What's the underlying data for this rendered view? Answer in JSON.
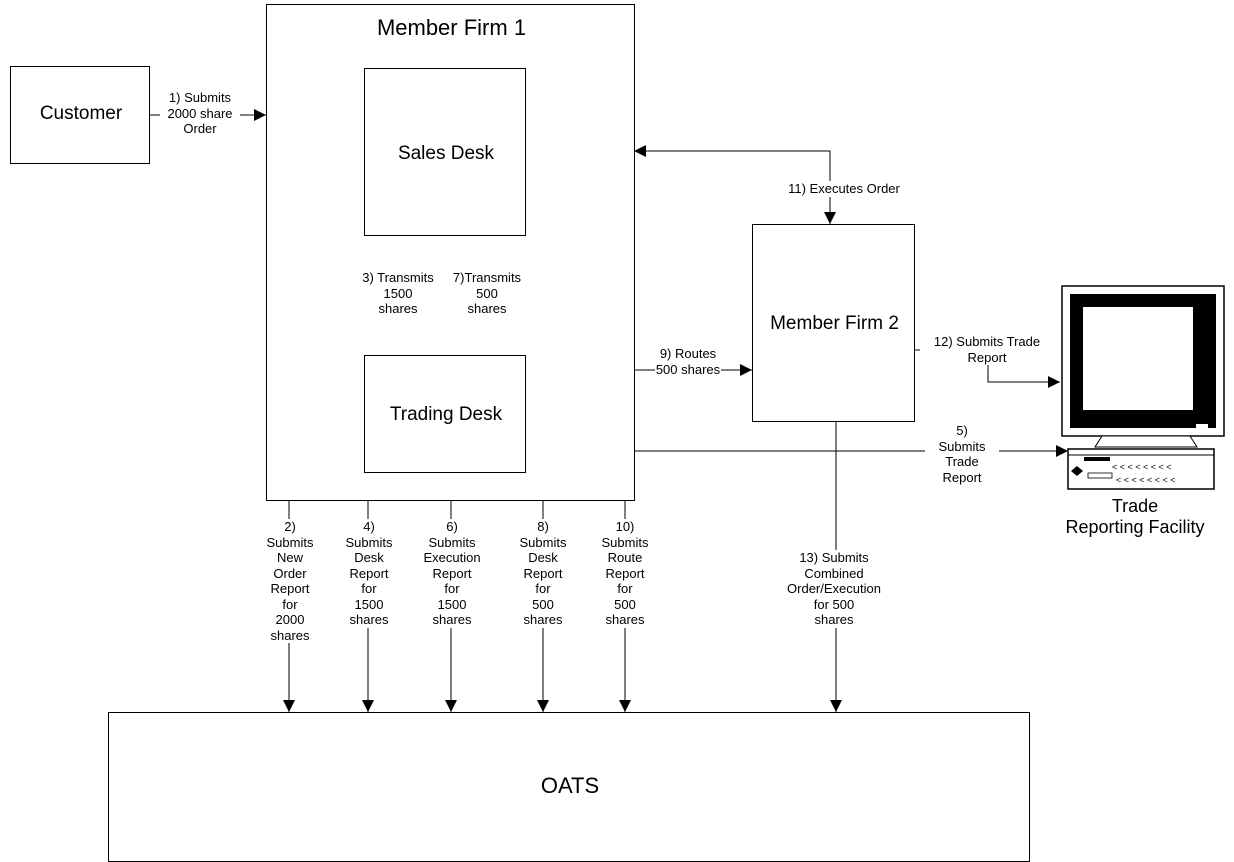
{
  "nodes": {
    "customer": "Customer",
    "member_firm_1": "Member Firm 1",
    "sales_desk": "Sales Desk",
    "trading_desk": "Trading Desk",
    "member_firm_2": "Member Firm 2",
    "trf": "Trade\nReporting Facility",
    "oats": "OATS"
  },
  "steps": {
    "s1": "1) Submits\n2000 share\nOrder",
    "s2": "2)\nSubmits\nNew\nOrder\nReport\nfor\n2000\nshares",
    "s3": "3) Transmits\n1500\nshares",
    "s4": "4)\nSubmits\nDesk\nReport\nfor\n1500\nshares",
    "s5": "5)\nSubmits\nTrade\nReport",
    "s6": "6)\nSubmits\nExecution\nReport\nfor\n1500\nshares",
    "s7": "7)Transmits\n500\nshares",
    "s8": "8)\nSubmits\nDesk\nReport\nfor\n500\nshares",
    "s9": "9) Routes\n500 shares",
    "s10": "10)\nSubmits\nRoute\nReport\nfor\n500\nshares",
    "s11": "11) Executes Order",
    "s12": "12) Submits Trade\nReport",
    "s13": "13) Submits\nCombined\nOrder/Execution\nfor 500\nshares"
  }
}
